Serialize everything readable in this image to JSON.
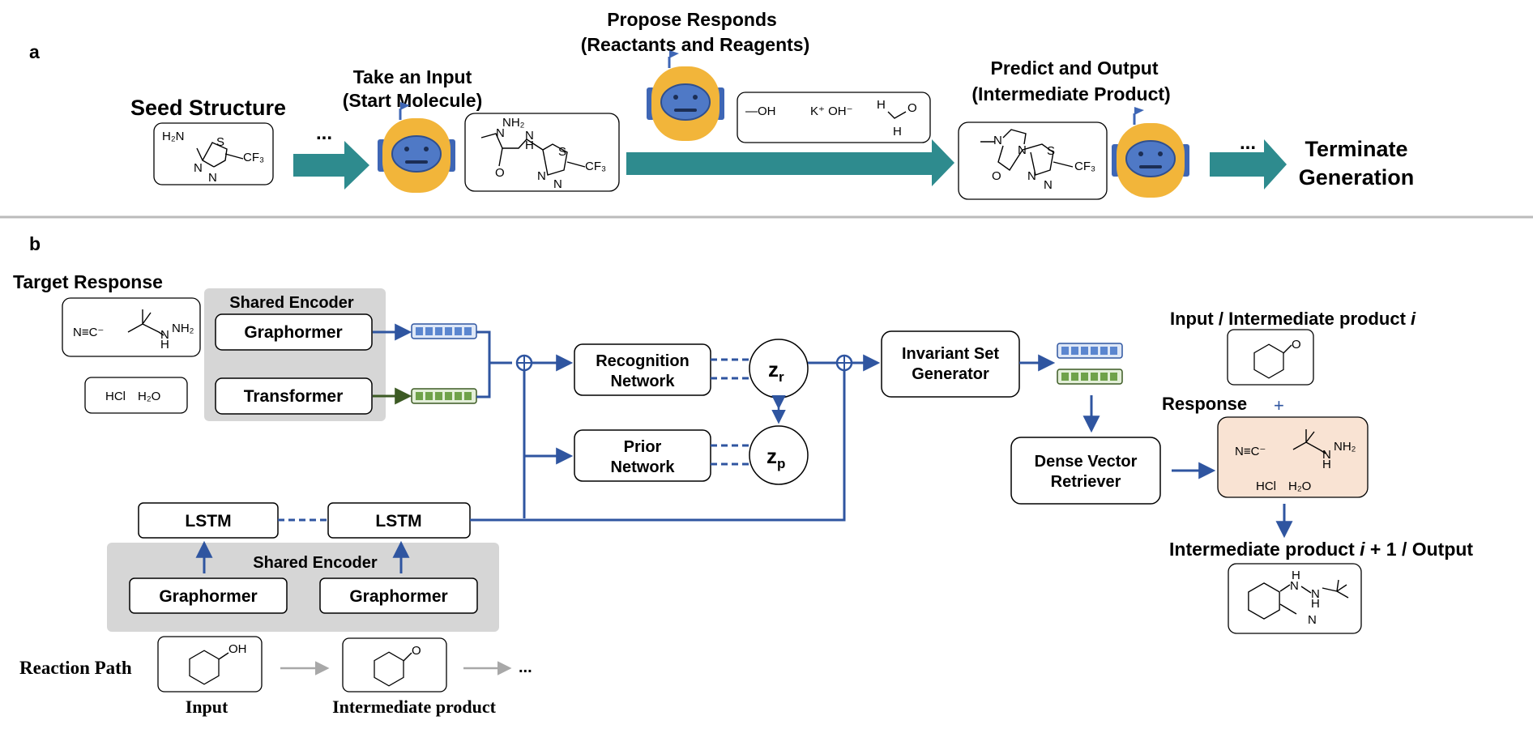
{
  "panel_a": {
    "label": "a",
    "seed_structure": "Seed Structure",
    "ellipsis": "...",
    "take_input_l1": "Take an Input",
    "take_input_l2": "(Start Molecule)",
    "propose_l1": "Propose Responds",
    "propose_l2": "(Reactants and Reagents)",
    "predict_l1": "Predict and Output",
    "predict_l2": "(Intermediate Product)",
    "terminate_l1": "Terminate",
    "terminate_l2": "Generation",
    "seed_mol": {
      "nh2": "H₂N",
      "s": "S",
      "cf3": "CF₃",
      "n1": "N",
      "n2": "N"
    },
    "start_mol": {
      "nh2": "NH₂",
      "n": "N",
      "nh": "N",
      "h": "H",
      "o": "O",
      "s": "S",
      "cf3": "CF₃",
      "na": "N",
      "nb": "N"
    },
    "reagents": {
      "oh": "—OH",
      "koh": "K⁺ OH⁻",
      "h1": "H",
      "o": "O",
      "h2": "H"
    },
    "product_mol": {
      "n1": "N",
      "n2": "N",
      "o": "O",
      "s": "S",
      "cf3": "CF₃",
      "na": "N",
      "nb": "N"
    }
  },
  "panel_b": {
    "label": "b",
    "target_response": "Target Response",
    "shared_encoder": "Shared Encoder",
    "graphormer": "Graphormer",
    "transformer": "Transformer",
    "recognition_l1": "Recognition",
    "recognition_l2": "Network",
    "prior_l1": "Prior",
    "prior_l2": "Network",
    "zr": "z",
    "zr_sub": "r",
    "zp": "z",
    "zp_sub": "p",
    "invariant_l1": "Invariant Set",
    "invariant_l2": "Generator",
    "dense_l1": "Dense Vector",
    "dense_l2": "Retriever",
    "lstm": "LSTM",
    "shared_encoder_bottom": "Shared Encoder",
    "graphormer_left": "Graphormer",
    "graphormer_right": "Graphormer",
    "reaction_path": "Reaction Path",
    "input_label": "Input",
    "intermediate_label": "Intermediate product",
    "ellipsis": "...",
    "input_intermediate_prefix": "Input / Intermediate product ",
    "input_intermediate_i": "i",
    "response": "Response",
    "plus": "+",
    "output_prefix": "Intermediate product ",
    "output_i": "i",
    "output_suffix": " + 1 / Output",
    "target_mol": {
      "nc": "N≡C⁻",
      "nh2": "NH₂",
      "nh": "N",
      "h": "H"
    },
    "target_salts": {
      "hcl": "HCl",
      "h2o": "H₂O"
    },
    "cyclohexanol_oh": "OH",
    "cyclohexanone_o": "O",
    "right_ketone_o": "O",
    "resp_mol": {
      "nc": "N≡C⁻",
      "nh2": "NH₂",
      "n": "N",
      "h": "H",
      "hcl": "HCl",
      "h2o": "H₂O"
    },
    "output_mol": {
      "h1": "H",
      "n1": "N",
      "n2": "N",
      "h2": "H",
      "n3": "N"
    }
  },
  "colors": {
    "teal": "#2e8b8e",
    "navy": "#2f55a0",
    "robot_yellow": "#f2b53a",
    "robot_face": "#4f79c6",
    "encoder_gray": "#d6d6d6",
    "response_fill": "#f9e3d3",
    "feature_blue": "#5b86cf",
    "feature_green": "#6fa24a",
    "divider": "#bbbbbb"
  }
}
